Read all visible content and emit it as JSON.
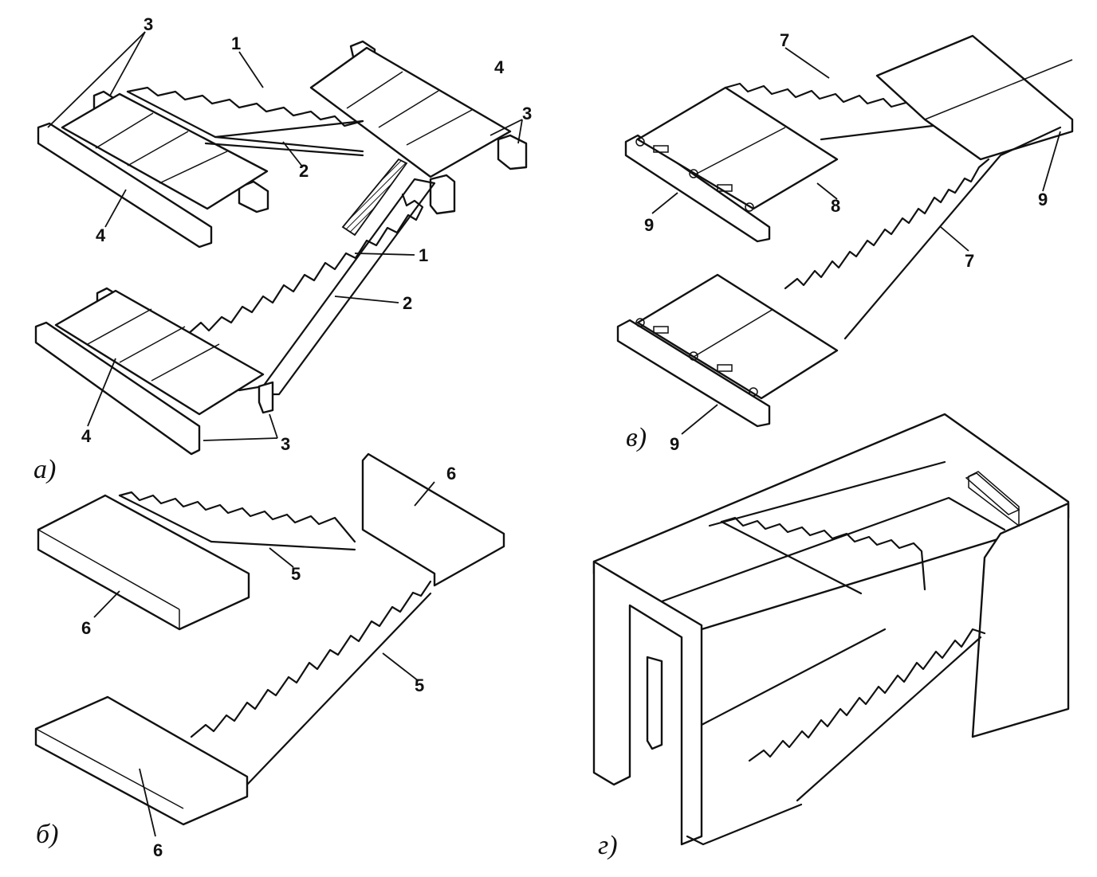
{
  "panels": [
    {
      "id": "a",
      "caption": "а)",
      "labels": [
        "3",
        "1",
        "4",
        "3",
        "2",
        "4",
        "1",
        "2",
        "4",
        "3"
      ]
    },
    {
      "id": "b",
      "caption": "б)",
      "labels": [
        "6",
        "5",
        "6",
        "5",
        "6"
      ]
    },
    {
      "id": "v",
      "caption": "в)",
      "labels": [
        "7",
        "9",
        "8",
        "9",
        "7",
        "9"
      ]
    },
    {
      "id": "g",
      "caption": "г)",
      "labels": []
    }
  ]
}
